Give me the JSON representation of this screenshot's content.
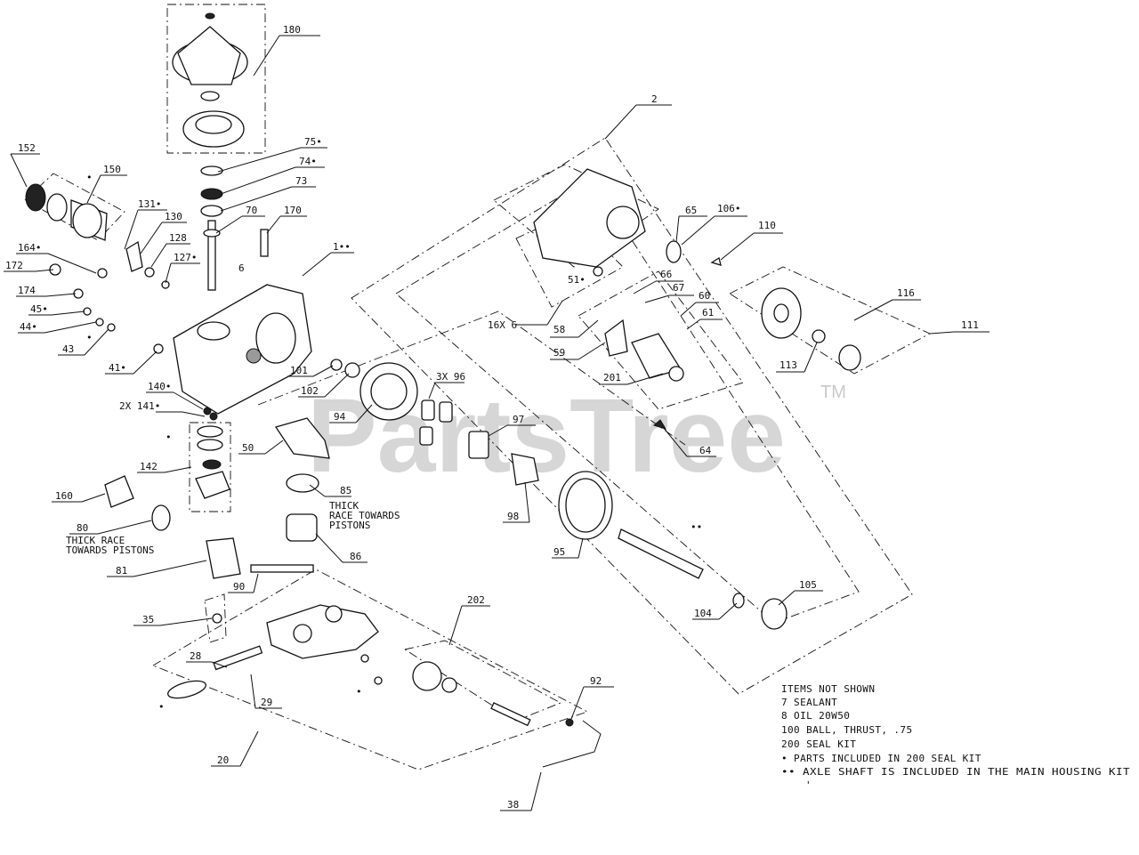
{
  "watermark": {
    "text": "PartsTree",
    "trademark": "TM"
  },
  "callouts": [
    {
      "id": "c-180",
      "text": "180"
    },
    {
      "id": "c-75",
      "text": "75•"
    },
    {
      "id": "c-74",
      "text": "74•"
    },
    {
      "id": "c-73",
      "text": "73"
    },
    {
      "id": "c-70",
      "text": "70"
    },
    {
      "id": "c-170",
      "text": "170"
    },
    {
      "id": "c-1",
      "text": "1••"
    },
    {
      "id": "c-6",
      "text": "6"
    },
    {
      "id": "c-152",
      "text": "152"
    },
    {
      "id": "c-150",
      "text": "150"
    },
    {
      "id": "c-dot-150",
      "text": "•"
    },
    {
      "id": "c-131",
      "text": "131•"
    },
    {
      "id": "c-130",
      "text": "130"
    },
    {
      "id": "c-128",
      "text": "128"
    },
    {
      "id": "c-127",
      "text": "127•"
    },
    {
      "id": "c-164",
      "text": "164•"
    },
    {
      "id": "c-172",
      "text": "172"
    },
    {
      "id": "c-174",
      "text": "174"
    },
    {
      "id": "c-45",
      "text": "45•"
    },
    {
      "id": "c-44",
      "text": "44•"
    },
    {
      "id": "c-dot-43",
      "text": "•"
    },
    {
      "id": "c-43",
      "text": "43"
    },
    {
      "id": "c-41",
      "text": "41•"
    },
    {
      "id": "c-101",
      "text": "101"
    },
    {
      "id": "c-102",
      "text": "102"
    },
    {
      "id": "c-140",
      "text": "140•"
    },
    {
      "id": "c-141",
      "text": "2X  141•"
    },
    {
      "id": "c-dot-142",
      "text": "•"
    },
    {
      "id": "c-142",
      "text": "142"
    },
    {
      "id": "c-94",
      "text": "94"
    },
    {
      "id": "c-96",
      "text": "3X 96"
    },
    {
      "id": "c-97",
      "text": "97"
    },
    {
      "id": "c-50",
      "text": "50"
    },
    {
      "id": "c-85",
      "text": "85"
    },
    {
      "id": "c-85-note",
      "text": "THICK\nRACE TOWARDS\nPISTONS"
    },
    {
      "id": "c-98",
      "text": "98"
    },
    {
      "id": "c-160",
      "text": "160"
    },
    {
      "id": "c-80",
      "text": "80"
    },
    {
      "id": "c-80-note",
      "text": "THICK RACE\nTOWARDS PISTONS"
    },
    {
      "id": "c-86",
      "text": "86"
    },
    {
      "id": "c-95",
      "text": "95"
    },
    {
      "id": "c-dotdot-axle",
      "text": "••"
    },
    {
      "id": "c-81",
      "text": "81"
    },
    {
      "id": "c-90",
      "text": "90"
    },
    {
      "id": "c-35",
      "text": "35"
    },
    {
      "id": "c-202",
      "text": "202"
    },
    {
      "id": "c-104",
      "text": "104"
    },
    {
      "id": "c-105",
      "text": "105"
    },
    {
      "id": "c-28",
      "text": "28"
    },
    {
      "id": "c-29",
      "text": "29"
    },
    {
      "id": "c-dot-20",
      "text": "•"
    },
    {
      "id": "c-dot-29",
      "text": "•"
    },
    {
      "id": "c-92",
      "text": "92"
    },
    {
      "id": "c-20",
      "text": "20"
    },
    {
      "id": "c-38",
      "text": "38"
    },
    {
      "id": "c-2",
      "text": "2"
    },
    {
      "id": "c-65",
      "text": "65"
    },
    {
      "id": "c-106",
      "text": "106•"
    },
    {
      "id": "c-110",
      "text": "110"
    },
    {
      "id": "c-66",
      "text": "66"
    },
    {
      "id": "c-51",
      "text": "51•"
    },
    {
      "id": "c-67",
      "text": "67"
    },
    {
      "id": "c-16x6",
      "text": "16X 6"
    },
    {
      "id": "c-60",
      "text": "60"
    },
    {
      "id": "c-61",
      "text": "61"
    },
    {
      "id": "c-58",
      "text": "58"
    },
    {
      "id": "c-59",
      "text": "59"
    },
    {
      "id": "c-116",
      "text": "116"
    },
    {
      "id": "c-111",
      "text": "111"
    },
    {
      "id": "c-113",
      "text": "113"
    },
    {
      "id": "c-201",
      "text": "201"
    },
    {
      "id": "c-64",
      "text": "64"
    }
  ],
  "notes": {
    "title": "ITEMS NOT SHOWN",
    "lines": [
      "7    SEALANT",
      "8    OIL 20W50",
      "100 BALL, THRUST, .75",
      "200 SEAL KIT",
      "• PARTS INCLUDED IN 200 SEAL KIT",
      "•• AXLE SHAFT IS INCLUDED IN THE MAIN HOUSING KIT",
      "'"
    ]
  }
}
